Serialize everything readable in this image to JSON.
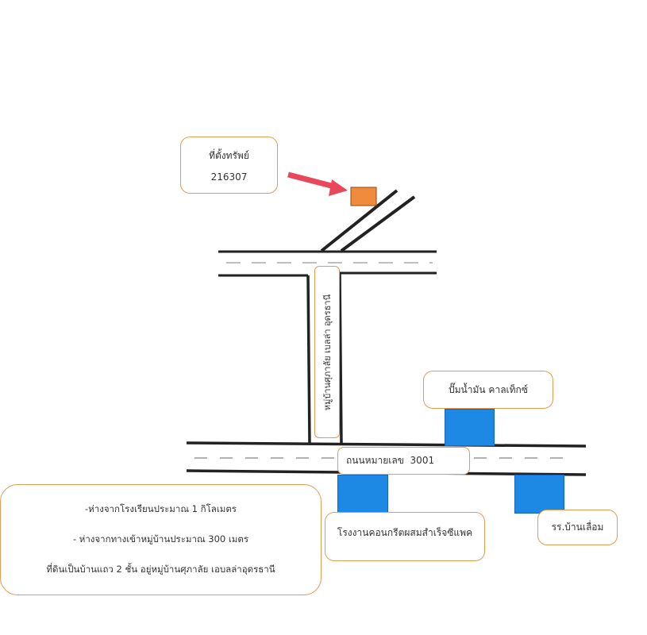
{
  "property_label": {
    "title": "ที่ตั้งทรัพย์",
    "code": "216307"
  },
  "village_road_label": "หมู่บ้านศุภาลัย เบลล่า อุดรธานี",
  "main_road_label": "ถนนหมายเลข  3001",
  "landmarks": {
    "gas_station": "ปั๊มน้ำมัน คาลเท็กซ์",
    "factory": "โรงงานคอนกรีตผสมสำเร็จซีแพค",
    "school": "รร.บ้านเลื่อม"
  },
  "notes": [
    "-ห่างจากโรงเรียนประมาณ 1 กิโลเมตร",
    "- ห่างจากทางเข้าหมู่บ้านประมาณ 300 เมตร",
    "ที่ดินเป็นบ้านแถว 2 ชั้น อยู่หมู่บ้านศุภาลัย เอบลล่าอุดรธานี"
  ],
  "colors": {
    "label_border": "#e49a50",
    "landmark": "#1e88e5",
    "property": "#f08a3c",
    "arrow": "#e8485a",
    "road": "#222222"
  }
}
